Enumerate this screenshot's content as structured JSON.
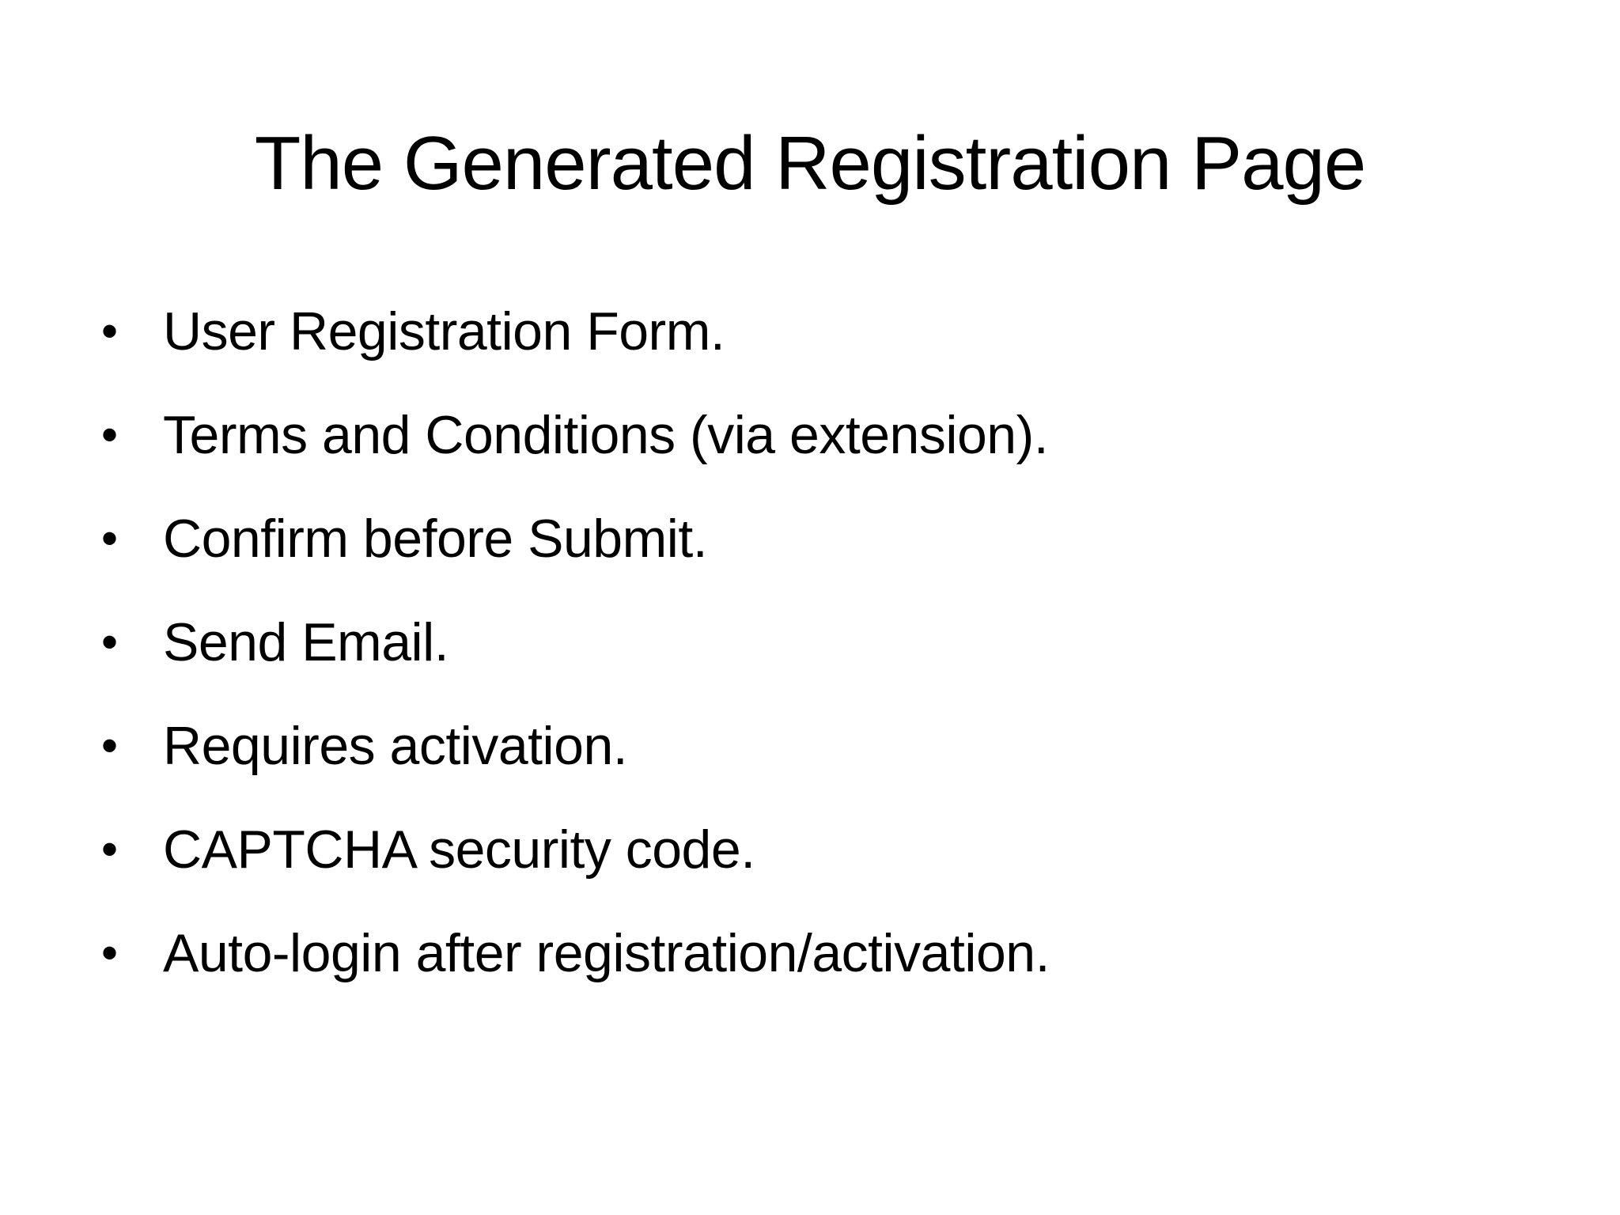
{
  "slide": {
    "title": "The Generated Registration Page",
    "bullet_char": "•",
    "bullets": [
      "User Registration Form.",
      "Terms and Conditions (via extension).",
      "Confirm before Submit.",
      "Send Email.",
      "Requires activation.",
      "CAPTCHA security code.",
      "Auto-login after registration/activation."
    ],
    "colors": {
      "background": "#ffffff",
      "text": "#000000"
    }
  }
}
